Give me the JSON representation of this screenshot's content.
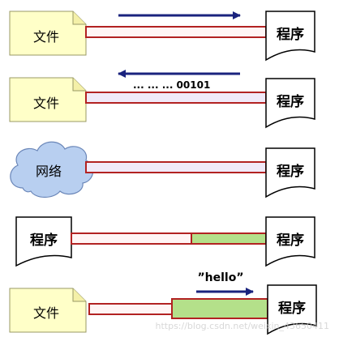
{
  "rows": [
    {
      "source": "文件",
      "target": "程序",
      "direction": "right"
    },
    {
      "source": "文件",
      "target": "程序",
      "direction": "left",
      "arrow_label": "... ... ... 00101"
    },
    {
      "source": "网络",
      "target": "程序"
    },
    {
      "source": "程序",
      "target": "程序"
    },
    {
      "source": "文件",
      "target": "程序",
      "direction": "right",
      "arrow_label": "”hello”"
    }
  ],
  "watermark": "https://blog.csdn.net/weixin_43650411",
  "colors": {
    "file_fill": "#ffffc8",
    "pipe_border": "#b22222",
    "pipe_fill_light": "#fff5f5",
    "pipe_fill_lavender": "#f0e9f8",
    "pipe_fill_green": "#b4e08a",
    "cloud_fill": "#b8cff0",
    "arrow": "#1a237e"
  }
}
